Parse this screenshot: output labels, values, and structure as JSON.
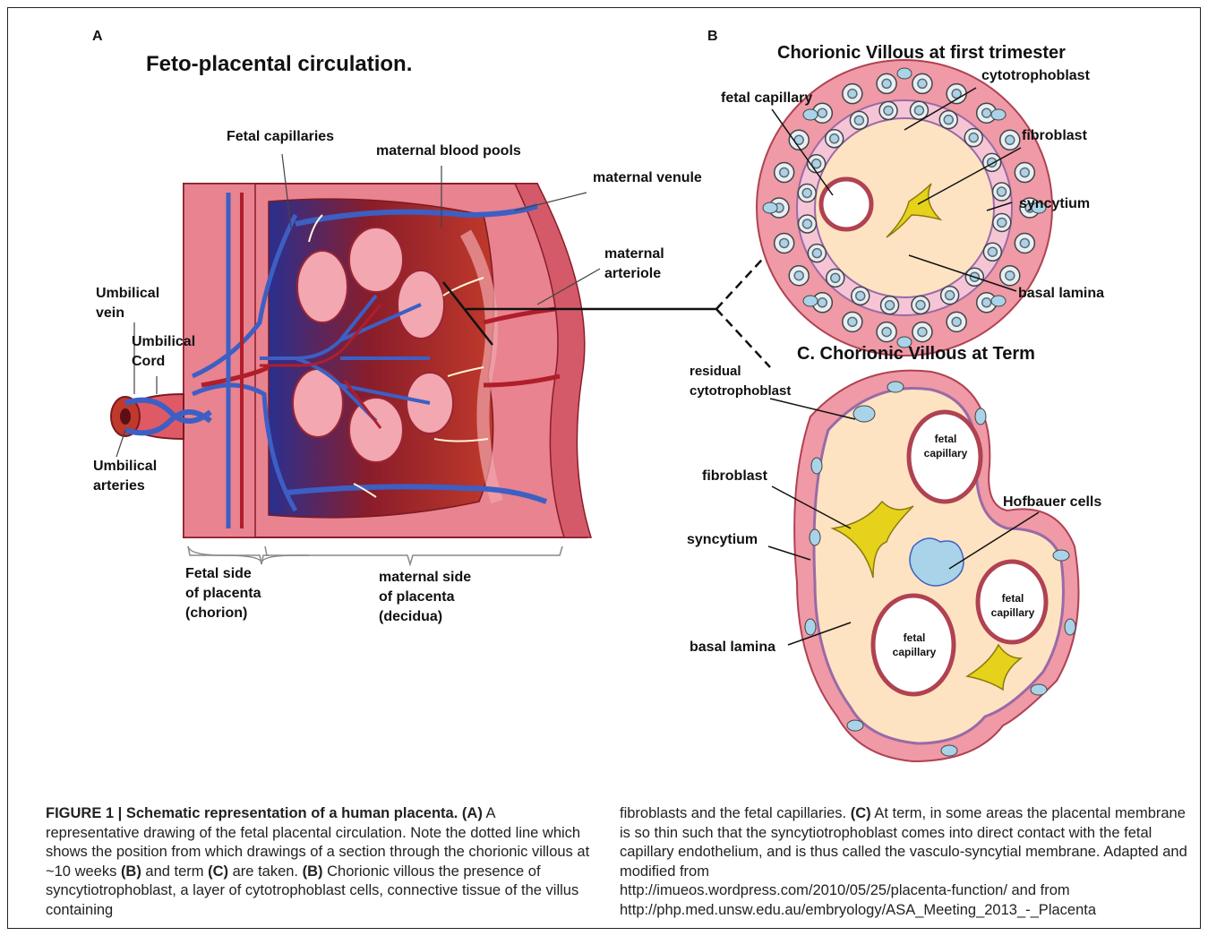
{
  "panels": {
    "a_letter": "A",
    "b_letter": "B",
    "a_title": "Feto-placental circulation.",
    "b_title": "Chorionic Villous at first trimester",
    "c_title": "C. Chorionic Villous at Term"
  },
  "labels_a": {
    "fetal_capillaries": "Fetal capillaries",
    "maternal_blood_pools": "maternal blood pools",
    "maternal_venule": "maternal venule",
    "maternal_arteriole": "maternal\narteriole",
    "umbilical_vein": "Umbilical\nvein",
    "umbilical_cord": "Umbilical\nCord",
    "umbilical_arteries": "Umbilical\narteries",
    "fetal_side": "Fetal side\nof placenta\n(chorion)",
    "maternal_side": "maternal side\nof placenta\n(decidua)"
  },
  "labels_b": {
    "cytotrophoblast": "cytotrophoblast",
    "fetal_capillary": "fetal capillary",
    "fibroblast": "fibroblast",
    "syncytium": "syncytium",
    "basal_lamina": "basal lamina"
  },
  "labels_c": {
    "residual_cytotrophoblast": "residual\ncytotrophoblast",
    "fibroblast": "fibroblast",
    "hofbauer_cells": "Hofbauer cells",
    "syncytium": "syncytium",
    "basal_lamina": "basal lamina",
    "fetal_capillary_1": "fetal\ncapillary",
    "fetal_capillary_2": "fetal\ncapillary",
    "fetal_capillary_3": "fetal\ncapillary"
  },
  "caption": {
    "figure_label": "FIGURE 1 | Schematic representation of a human placenta.",
    "a_tag": "(A)",
    "a_text": " A representative drawing of the fetal placental circulation. Note the dotted line which shows the position from which drawings of a section through the chorionic villous at ~10 weeks ",
    "b_tag_inline": "(B)",
    "and_term": " and term ",
    "c_tag_inline": "(C)",
    "are_taken": " are taken.",
    "b_tag": "(B)",
    "b_text": " Chorionic villous the presence of syncytiotrophoblast, a layer of cytotrophoblast cells, connective tissue of the villus containing",
    "right_col_start": "fibroblasts and the fetal capillaries. ",
    "c_tag": "(C)",
    "c_text": " At term, in some areas the placental membrane is so thin such that the syncytiotrophoblast comes into direct contact with the fetal capillary endothelium, and is thus called the vasculo-syncytial membrane. Adapted and modified from",
    "url1": "http://imueos.wordpress.com/2010/05/25/placenta-function/ and from",
    "url2": "http://php.med.unsw.edu.au/embryology/ASA_Meeting_2013_-_Placenta"
  },
  "colors": {
    "tissue_pink": "#e8838f",
    "maternal_blood": "#c0392b",
    "fetal_blue": "#2c3e9e",
    "villus_fill": "#fde3c2",
    "cell_blue": "#a9d3e8",
    "fibroblast_yellow": "#e6d21a"
  }
}
